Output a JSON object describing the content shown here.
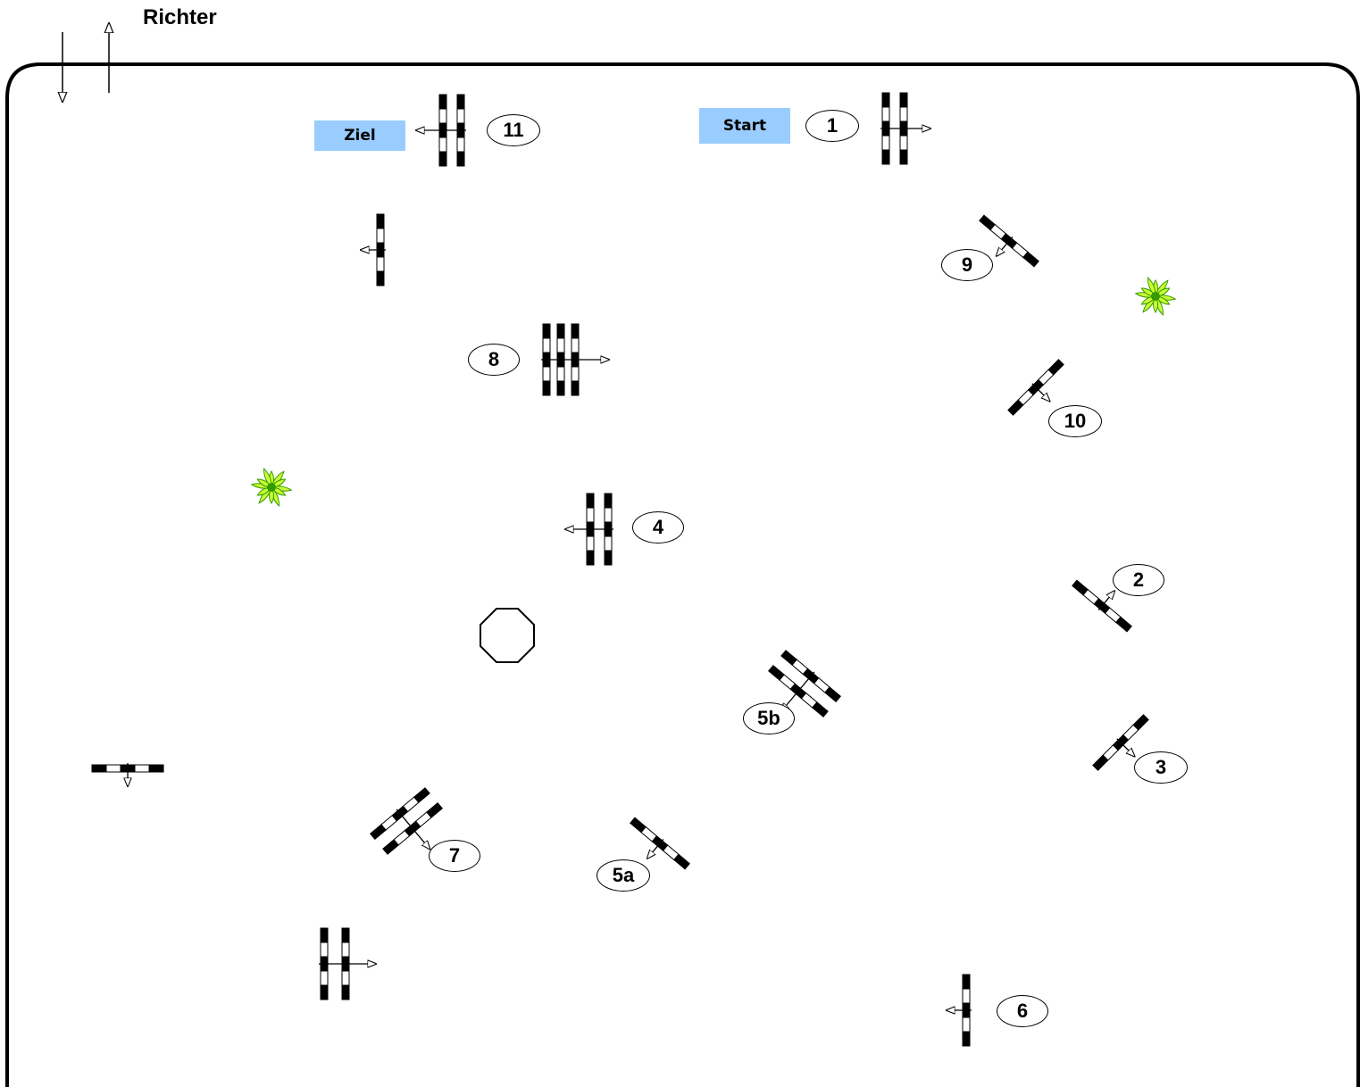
{
  "judge_label": "Richter",
  "start_label": "Start",
  "finish_label": "Ziel",
  "obstacles": [
    {
      "number": "1"
    },
    {
      "number": "2"
    },
    {
      "number": "3"
    },
    {
      "number": "4"
    },
    {
      "number": "5a"
    },
    {
      "number": "5b"
    },
    {
      "number": "6"
    },
    {
      "number": "7"
    },
    {
      "number": "8"
    },
    {
      "number": "9"
    },
    {
      "number": "10"
    },
    {
      "number": "11"
    }
  ],
  "colors": {
    "tag_fill": "#99ccff",
    "plant_light": "#ccff33",
    "plant_dark": "#339900",
    "pole_dark": "#000000",
    "pole_light": "#ffffff"
  }
}
